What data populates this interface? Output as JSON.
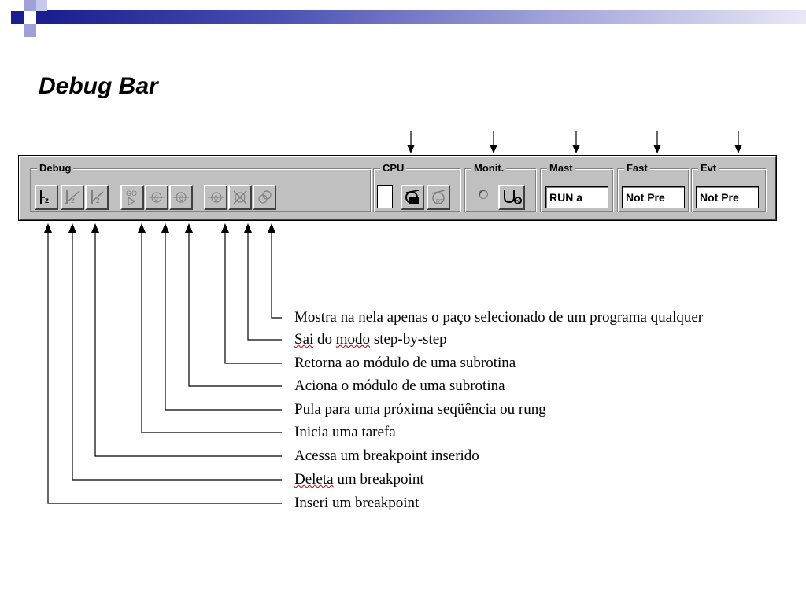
{
  "slide": {
    "title": "Debug Bar"
  },
  "toolbar": {
    "debug": {
      "label": "Debug",
      "buttons": [
        {
          "icon": "insert-breakpoint-icon"
        },
        {
          "icon": "delete-breakpoint-icon"
        },
        {
          "icon": "goto-breakpoint-icon"
        },
        {
          "icon": "go-icon",
          "text": "GO"
        },
        {
          "icon": "step-icon"
        },
        {
          "icon": "step-into-icon"
        },
        {
          "icon": "step-out-icon"
        },
        {
          "icon": "exit-step-icon"
        },
        {
          "icon": "show-step-icon"
        }
      ]
    },
    "cpu": {
      "label": "CPU"
    },
    "monit": {
      "label": "Monit."
    },
    "mast": {
      "label": "Mast",
      "value": "RUN a"
    },
    "fast": {
      "label": "Fast",
      "value": "Not Pre"
    },
    "evt": {
      "label": "Evt",
      "value": "Not Pre"
    }
  },
  "descriptions": [
    {
      "text": "Mostra na nela apenas o paço selecionado de um programa qualquer"
    },
    {
      "pre": "",
      "underlined": "Sai",
      "mid": " do ",
      "underlined2": "modo",
      "post": " step-by-step"
    },
    {
      "text": "Retorna ao módulo de uma subrotina"
    },
    {
      "text": "Aciona o módulo de uma subrotina"
    },
    {
      "text": "Pula para uma próxima seqüência ou rung"
    },
    {
      "text": "Inicia uma tarefa"
    },
    {
      "text": "Acessa um breakpoint inserido"
    },
    {
      "underlined": "Deleta",
      "post": " um breakpoint"
    },
    {
      "text": "Inseri um breakpoint"
    }
  ],
  "colors": {
    "band_dark": "#1a1f8f",
    "toolbar_face": "#c0c0c0",
    "spell_underline": "#c00000"
  }
}
